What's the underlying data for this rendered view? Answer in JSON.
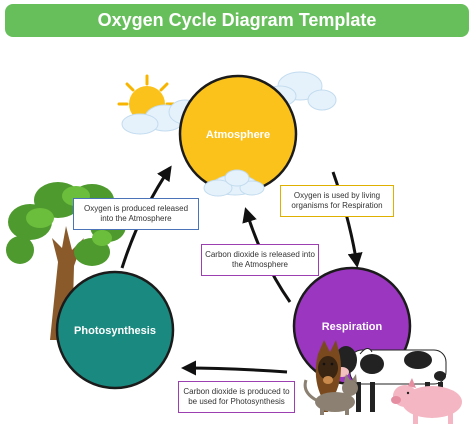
{
  "title": "Oxygen Cycle Diagram Template",
  "nodes": {
    "atmosphere": {
      "label": "Atmosphere",
      "color": "#fbc21b"
    },
    "respiration": {
      "label": "Respiration",
      "color": "#9b36c0"
    },
    "photosynthesis": {
      "label": "Photosynthesis",
      "color": "#1a8a80"
    }
  },
  "annotations": {
    "oxygen_released": "Oxygen is produced released into the Atmosphere",
    "oxygen_used": "Oxygen is used by living organisms for Respiration",
    "co2_released": "Carbon dioxide is released into the Atmosphere",
    "co2_produced": "Carbon dioxide is produced to be used for Photosynthesis"
  },
  "colors": {
    "title_bar": "#67bf5b",
    "arrow": "#111111"
  },
  "illustrations": [
    "sun-icon",
    "cloud-icon",
    "tree-icon",
    "dog-icon",
    "cat-icon",
    "cow-icon",
    "pig-icon"
  ]
}
